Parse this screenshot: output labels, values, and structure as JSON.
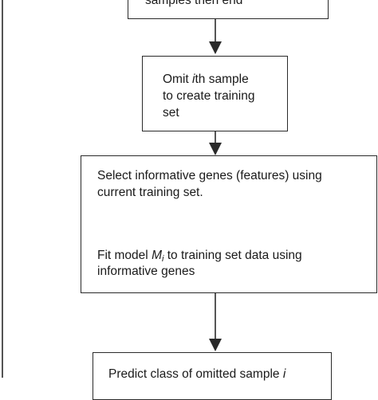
{
  "box_top": {
    "line1": "samples then end"
  },
  "box_omit": {
    "line1_word1": "Omit ",
    "line1_var": "i",
    "line1_rest": "th sample",
    "line2": "to create training",
    "line3": "set"
  },
  "box_select_fit": {
    "select_line1": "Select informative genes (features) using",
    "select_line2": "current training set.",
    "fit_prefix": "Fit model ",
    "fit_var": "M",
    "fit_sub": "i",
    "fit_suffix": " to training set data using",
    "fit_line2": "informative genes"
  },
  "box_predict": {
    "line1_text": "Predict class of omitted  sample ",
    "line1_var": "i"
  }
}
